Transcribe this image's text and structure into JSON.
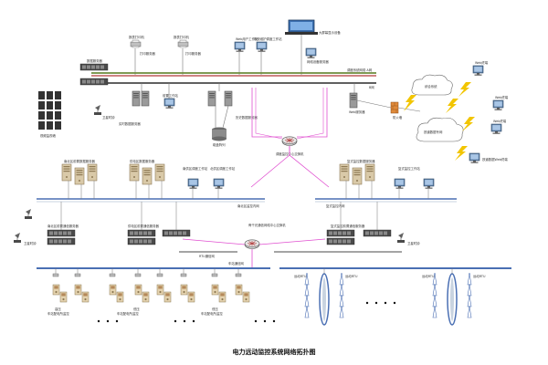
{
  "title": "电力远动监控系统网络拓扑图",
  "colors": {
    "bus_dark": "#4a4a4a",
    "bus_green": "#6d8b3b",
    "bus_red": "#b23a3a",
    "bus_blue": "#4a6fb3",
    "bus_light": "#c8d3e0",
    "link_magenta": "#e04fd0",
    "link_gray": "#777777",
    "server": "#d9c9a8",
    "server_dark": "#8e7a55",
    "monitor": "#5d7fa6",
    "bolt": "#f2c500",
    "cloud": "#ffffff",
    "cloud_edge": "#666666",
    "screen": "#3b6fb0",
    "firewall": "#e08a3a",
    "storage": "#6a6a6a",
    "gray_server": "#9a9a9a"
  },
  "labels": {
    "big_screen": "大屏幕显示设备",
    "printer1": "报表打印机",
    "printer2": "报表打印机",
    "printer1_sub": "打印服务器",
    "printer2_sub": "打印服务器",
    "web_ws": "Web用户工作站",
    "maint_ws": "系统维护调度工作站",
    "network_dev": "网络设备服务器",
    "dispatch_net": "调度系统网络 A网",
    "net_b": "B网",
    "data_server": "数据服务器",
    "frontend_ws": "前置工作站",
    "realtime_server": "实时数据服务器",
    "history_server": "历史数据服务器",
    "disk_array": "磁盘阵列",
    "web_server": "Web服务器",
    "firewall": "防火墙",
    "internet": "铁道数据专网",
    "sys_cloud": "综合系统",
    "web_term1": "Web终端",
    "web_term2": "Web终端",
    "web_term3": "Web终端",
    "web_term4": "铁道数据Web终端",
    "video_wall": "视频监视墙",
    "gps_clock": "卫星时钟",
    "core_switch": "调度监控中心交换机",
    "left_servers": "南北区前置数据服务器",
    "mid_servers": "供电区数据服务器",
    "left_ws": "南供区调度工作站",
    "mid_ws": "北供区调度工作站",
    "right_servers": "复式监控数据服务器",
    "right_ws": "复式监控工作站",
    "left_ring": "南北区监控内网",
    "right_ring": "复式监控内网",
    "left_fe": "南北区前置通信服务器",
    "mid_fe": "供电区前置通信服务器",
    "right_fe": "复式监控前置通信服务器",
    "gps_left": "卫星时钟",
    "gps_right": "卫星时钟",
    "comm_switch": "骨干光通信网络中心交换机",
    "rtu_bus": "RTU通信网",
    "substation_bus": "车站通信网",
    "sub_a_1": "高压",
    "sub_a_2": "车站配电所监控",
    "sub_b_1": "低压",
    "sub_b_2": "车站配电所监控",
    "sub_c_1": "低压",
    "sub_c_2": "车站配电所监控",
    "rtu": "远动RTU"
  }
}
